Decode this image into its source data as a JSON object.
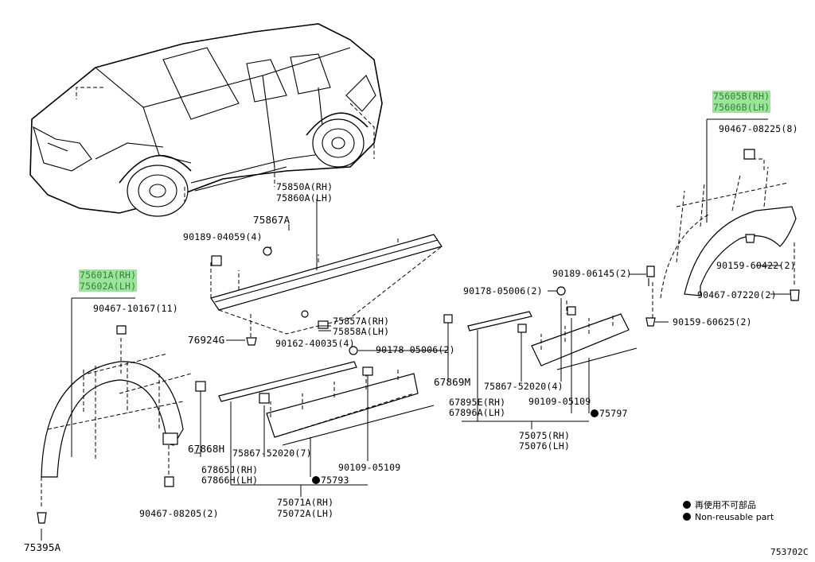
{
  "labels": {
    "p75601A": "75601A(RH)",
    "p75602A": "75602A(LH)",
    "p90467_10167": "90467-10167(11)",
    "p90467_08205": "90467-08205(2)",
    "p75395A": "75395A",
    "p75850A": "75850A(RH)",
    "p75860A": "75860A(LH)",
    "p75867A": "75867A",
    "p90189_04059": "90189-04059(4)",
    "p76924G": "76924G",
    "p75857A": "75857A(RH)",
    "p75858A": "75858A(LH)",
    "p90162_40035": "90162-40035(4)",
    "p90178_05006_a": "90178-05006(2)",
    "p67868H": "67868H",
    "p75867_52020_7": "75867-52020(7)",
    "p67865J": "67865J(RH)",
    "p67866H": "67866H(LH)",
    "p90109_05109_a": "90109-05109",
    "p75793": "75793",
    "p75071A": "75071A(RH)",
    "p75072A": "75072A(LH)",
    "p90178_05006_b": "90178-05006(2)",
    "p67869M": "67869M",
    "p75867_52020_4": "75867-52020(4)",
    "p67895E": "67895E(RH)",
    "p67896A": "67896A(LH)",
    "p90109_05109_b": "90109-05109",
    "p75797": "75797",
    "p75075": "75075(RH)",
    "p75076": "75076(LH)",
    "p90189_06145": "90189-06145(2)",
    "p75605B": "75605B(RH)",
    "p75606B": "75606B(LH)",
    "p90467_08225": "90467-08225(8)",
    "p90159_60422": "90159-60422(2)",
    "p90467_07220": "90467-07220(2)",
    "p90159_60625": "90159-60625(2)"
  },
  "legend": {
    "jp": "再使用不可部品",
    "en": "Non-reusable part"
  },
  "figure_id": "753702C",
  "colors": {
    "highlight_bg": "#9be59b",
    "highlight_text": "#3a7f3a",
    "ink": "#000000"
  }
}
